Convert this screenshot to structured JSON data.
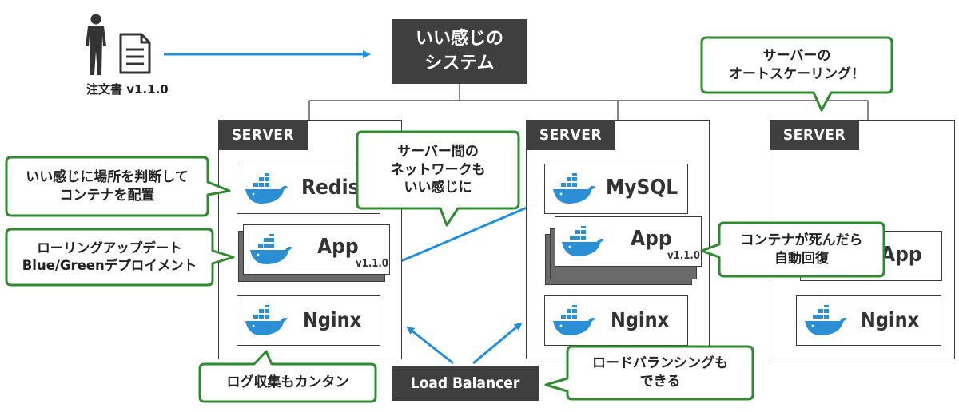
{
  "order": {
    "label": "注文書 v1.1.0"
  },
  "system_box": {
    "line1": "いい感じの",
    "line2": "システム"
  },
  "servers": [
    {
      "tab": "SERVER",
      "cards": [
        "Redis",
        "App",
        "Nginx"
      ],
      "app_version": "v1.1.0"
    },
    {
      "tab": "SERVER",
      "cards": [
        "MySQL",
        "App",
        "Nginx"
      ],
      "app_version": "v1.1.0"
    },
    {
      "tab": "SERVER",
      "cards": [
        "App",
        "Nginx"
      ]
    }
  ],
  "load_balancer": {
    "label": "Load Balancer"
  },
  "callouts": {
    "placement": "いい感じに場所を判断して\nコンテナを配置",
    "rolling": "ローリングアップデート\nBlue/Greenデプロイメント",
    "network": "サーバー間の\nネットワークも\nいい感じに",
    "autoscale": "サーバーの\nオートスケーリング！",
    "autoheal": "コンテナが死んだら\n自動回復",
    "logs": "ログ収集もカンタン",
    "lb": "ロードバランシングも\nできる"
  },
  "colors": {
    "arrow": "#1f8fe0",
    "callout_border": "#2e8b2e",
    "dark": "#3f3f3f",
    "whale": "#2b8fd6"
  },
  "icons": [
    "person-icon",
    "document-icon",
    "docker-whale-icon"
  ]
}
